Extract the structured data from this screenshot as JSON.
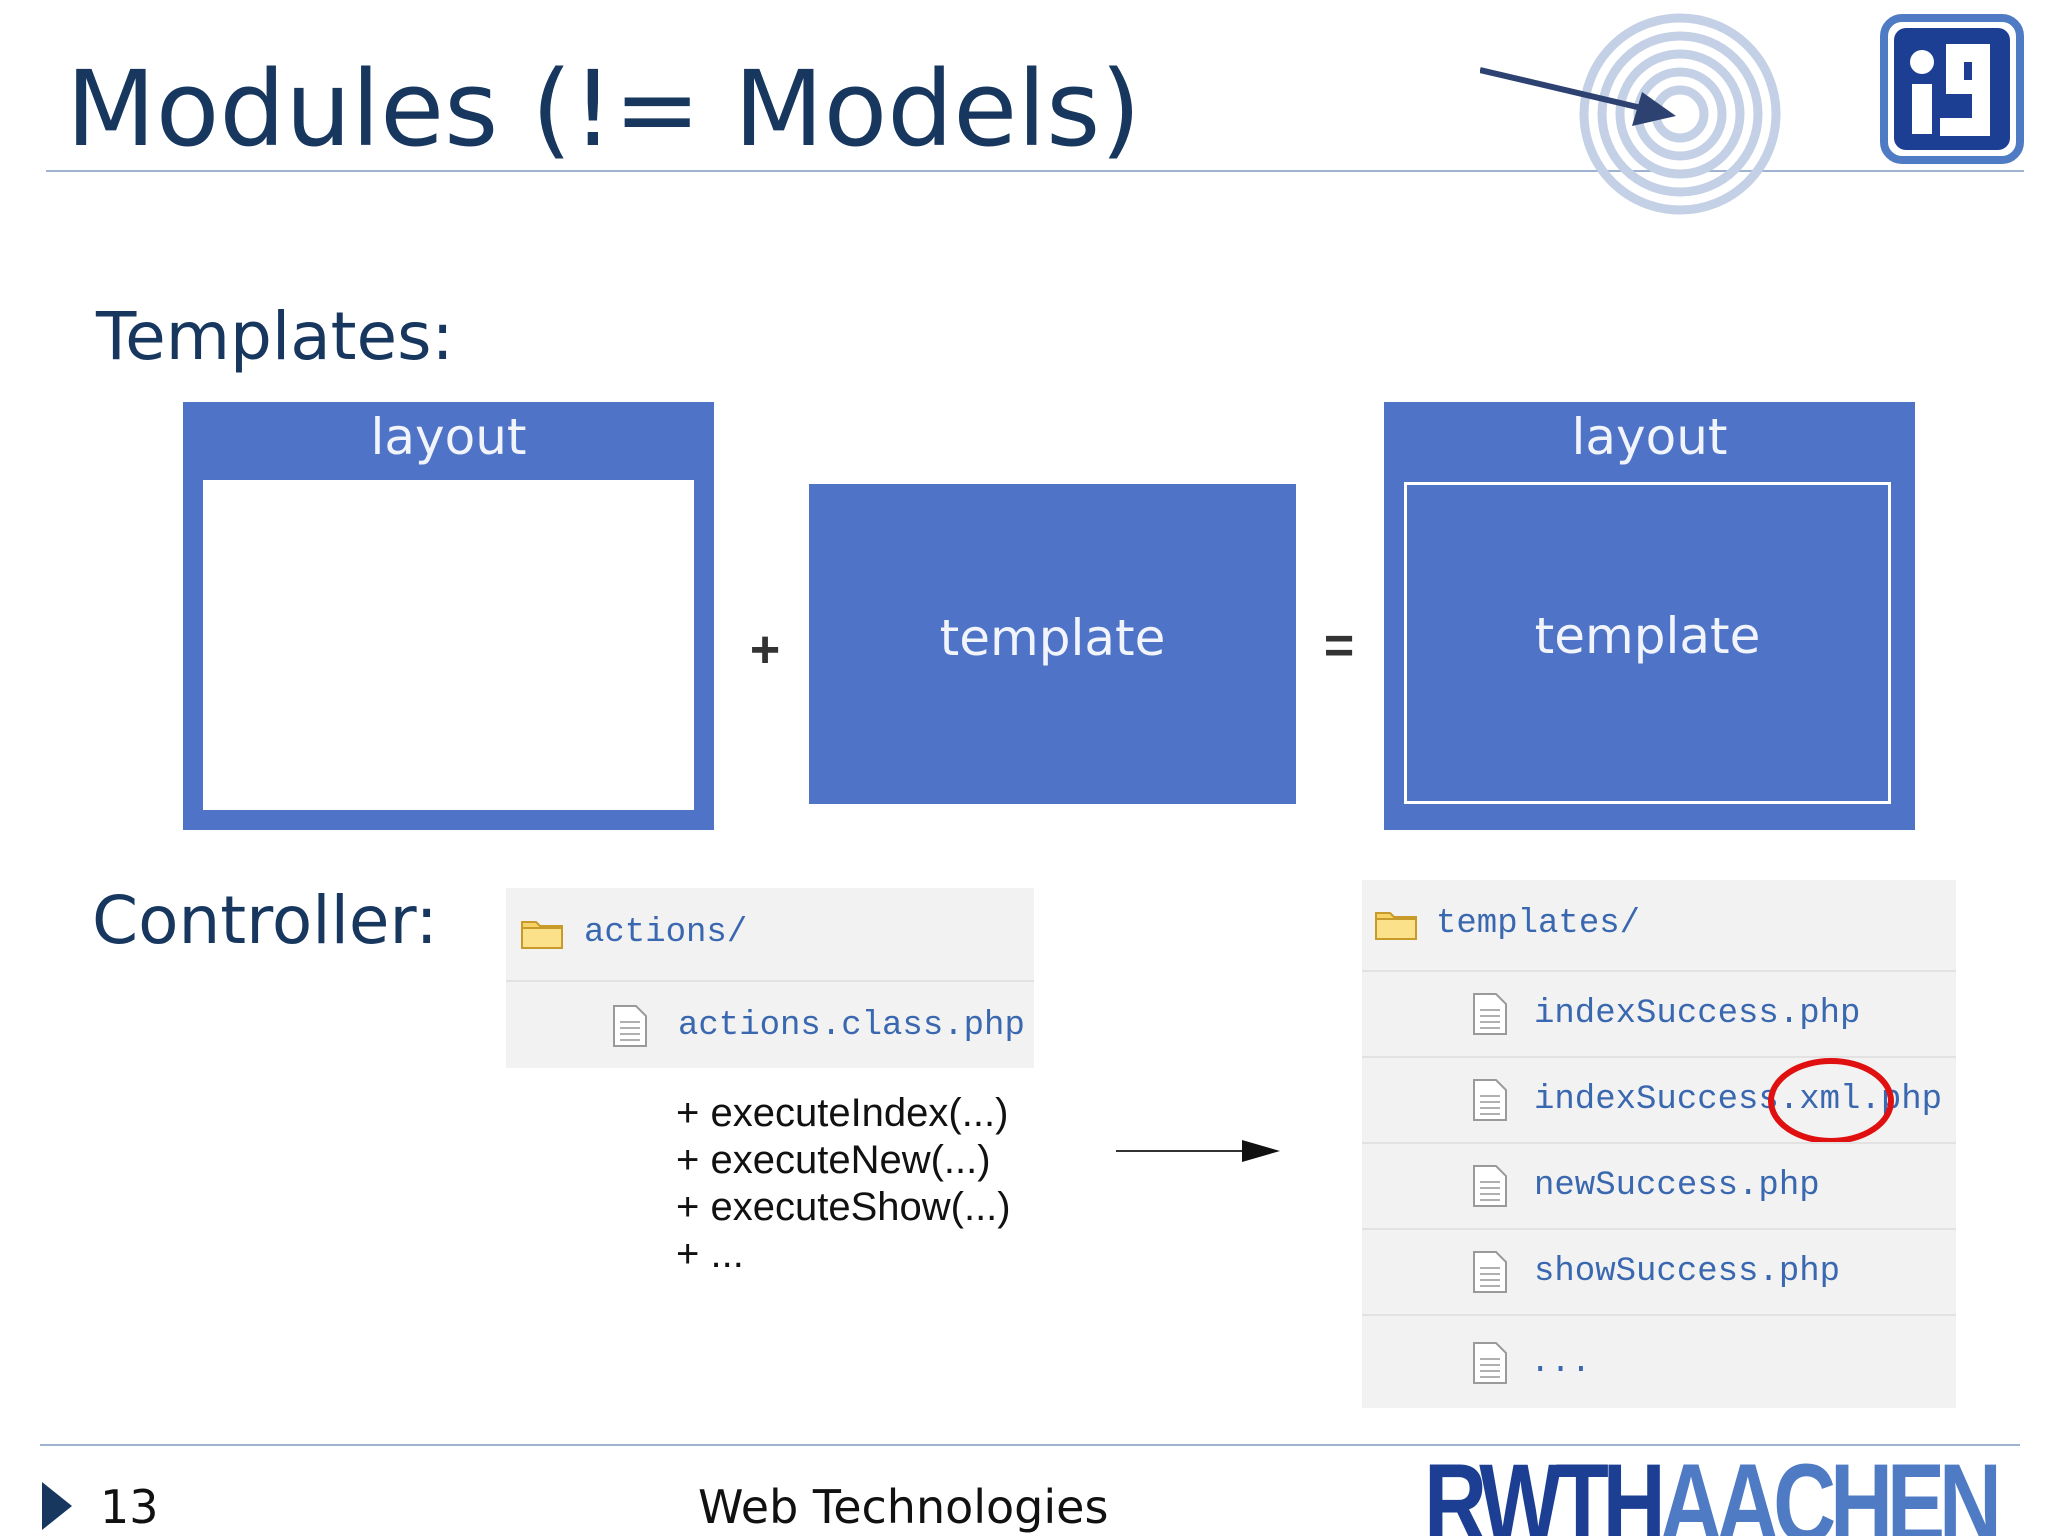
{
  "slide": {
    "title": "Modules (!= Models)",
    "templates_label": "Templates:",
    "controller_label": "Controller:"
  },
  "diagram": {
    "layout_left_caption": "layout",
    "plus": "+",
    "template_caption": "template",
    "equals": "=",
    "layout_right_caption": "layout",
    "result_template_caption": "template"
  },
  "actions_panel": {
    "folder": "actions/",
    "file": "actions.class.php"
  },
  "methods": [
    "+ executeIndex(...)",
    "+ executeNew(...)",
    "+ executeShow(...)",
    "+ ..."
  ],
  "templates_panel": {
    "folder": "templates/",
    "files": [
      "indexSuccess.php",
      "indexSuccess.xml.php",
      "newSuccess.php",
      "showSuccess.php",
      "..."
    ]
  },
  "footer": {
    "page_number": "13",
    "course": "Web Technologies",
    "logo_part1": "RWTH",
    "logo_part2": "AACHEN"
  },
  "colors": {
    "title": "#17375e",
    "box": "#4f74c7",
    "file_text": "#3a68b0",
    "logo_dark": "#1d3f93",
    "logo_light": "#4f7bc4",
    "highlight_circle": "#e01010"
  },
  "icons": [
    "target-icon",
    "i9-logo-icon",
    "folder-icon",
    "file-icon",
    "triangle-bullet-icon"
  ]
}
